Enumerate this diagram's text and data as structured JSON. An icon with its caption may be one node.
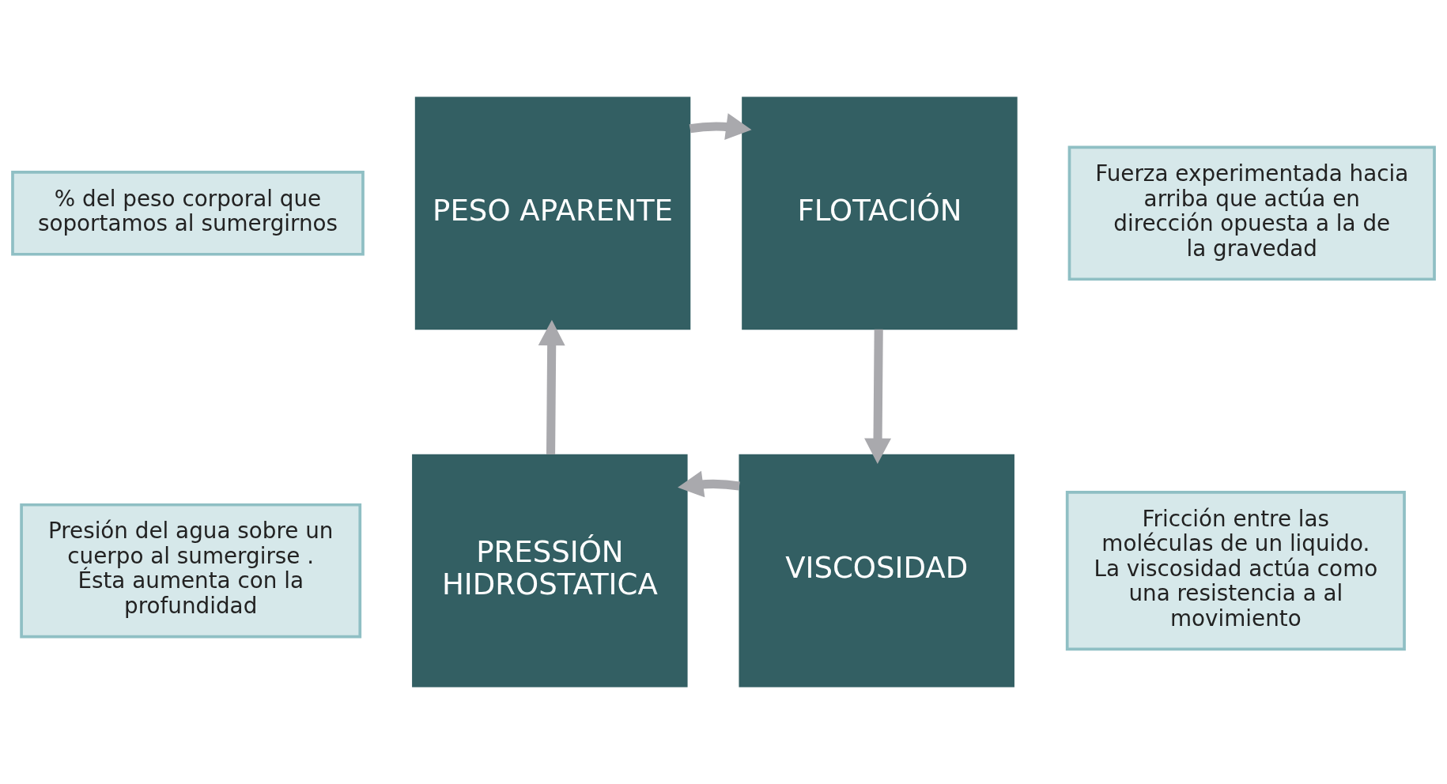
{
  "diagram": {
    "nodes": [
      {
        "text": [
          "% del peso corporal que soportamos al sumergirnos"
        ]
      },
      {
        "text": [
          "PESO APARENTE"
        ]
      },
      {
        "text": [
          "FLOTACIÓN"
        ]
      },
      {
        "text": [
          "Fuerza experimentada hacia arriba que actúa en dirección opuesta a la de la gravedad"
        ]
      },
      {
        "text": [
          "Presión del agua sobre un cuerpo al sumergirse . Ésta aumenta con la profundidad"
        ]
      },
      {
        "text": [
          "PRESSIÓN HIDROSTATICA"
        ]
      },
      {
        "text": [
          "VISCOSIDAD"
        ]
      },
      {
        "text": [
          "Fricción entre las moléculas de un liquido. La viscosidad actúa como una resistencia a al movimiento"
        ]
      }
    ],
    "edges": [
      {
        "from": 1,
        "to": 2,
        "arrow": "to"
      },
      {
        "from": 2,
        "to": 6,
        "arrow": "to"
      },
      {
        "from": 6,
        "to": 5,
        "arrow": "to"
      },
      {
        "from": 5,
        "to": 1,
        "arrow": "to"
      }
    ]
  }
}
